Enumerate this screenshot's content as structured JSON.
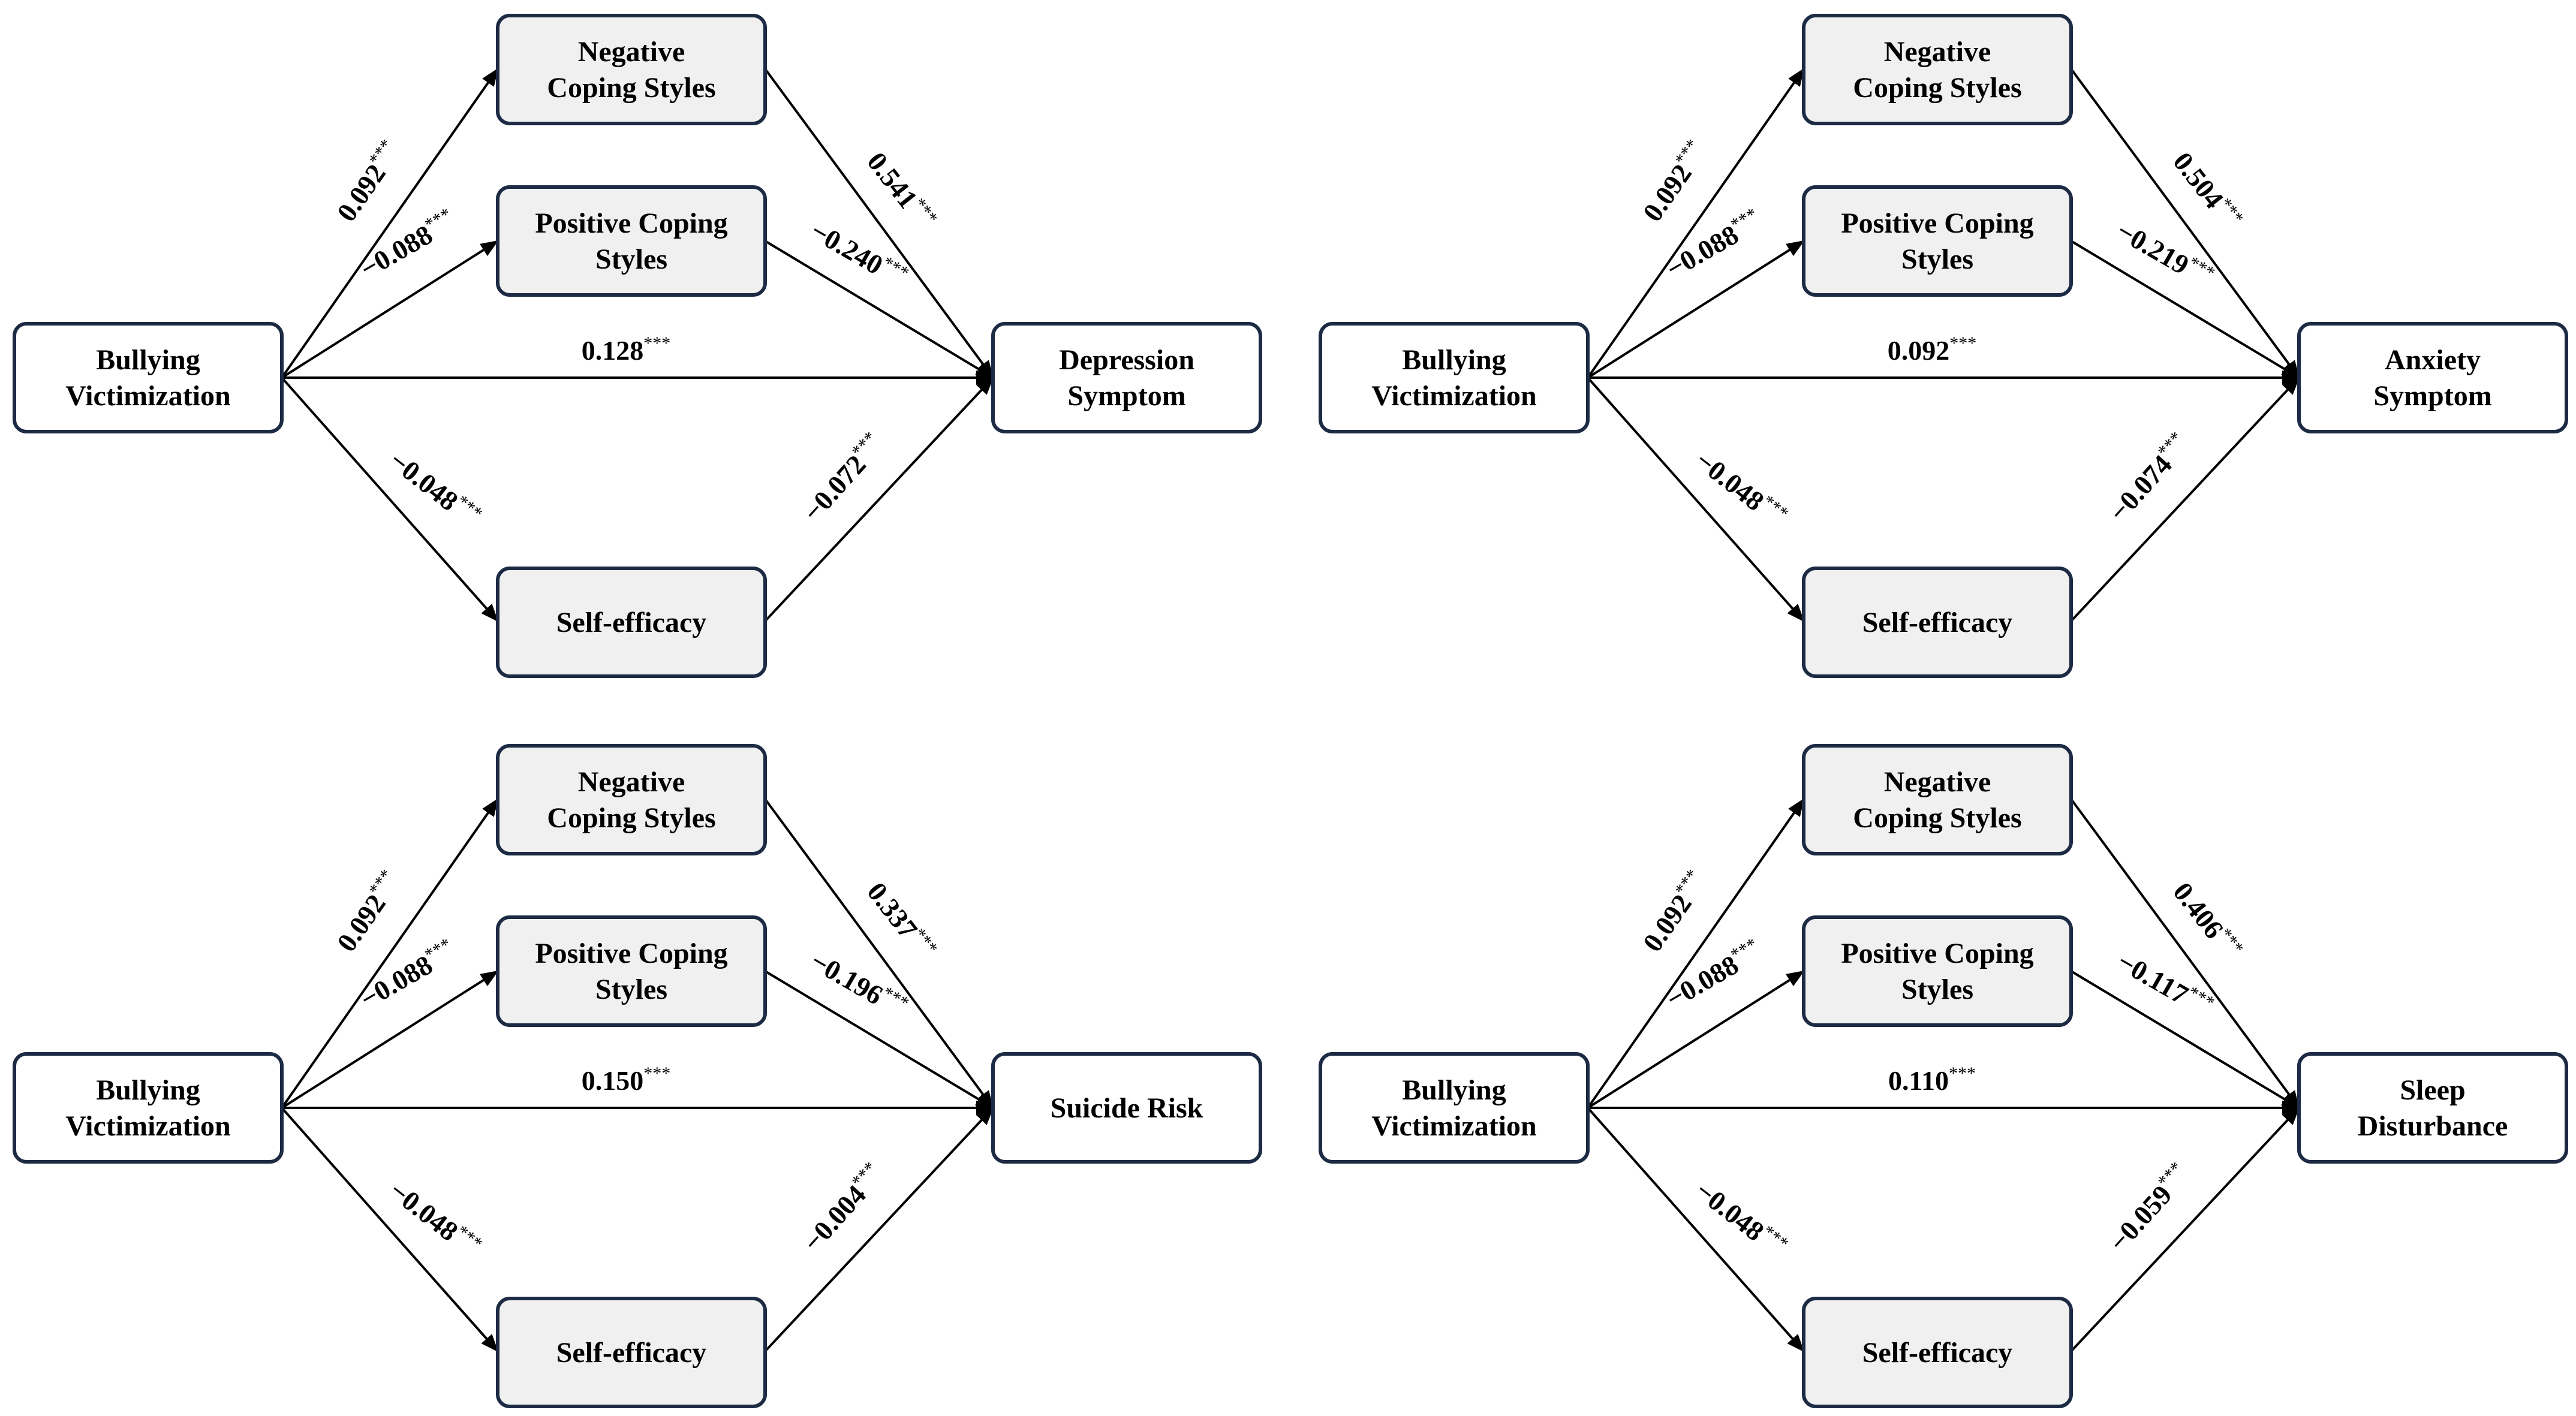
{
  "colors": {
    "box_border": "#1c2a44",
    "mediator_fill": "#f0f0f0",
    "outcome_fill": "#ffffff",
    "line": "#000000"
  },
  "panels": [
    {
      "predictor": [
        "Bullying",
        "Victimization"
      ],
      "negative_coping": [
        "Negative",
        "Coping Styles"
      ],
      "positive_coping": [
        "Positive Coping",
        "Styles"
      ],
      "self_efficacy": [
        "Self-efficacy"
      ],
      "outcome": [
        "Depression",
        "Symptom"
      ],
      "coefficients": {
        "predictor_to_negative": "0.092",
        "predictor_to_positive": "−0.088",
        "predictor_to_selfefficacy": "−0.048",
        "predictor_to_outcome": "0.128",
        "negative_to_outcome": "0.541",
        "positive_to_outcome": "−0.240",
        "selfefficacy_to_outcome": "−0.072"
      },
      "significance": "***"
    },
    {
      "predictor": [
        "Bullying",
        "Victimization"
      ],
      "negative_coping": [
        "Negative",
        "Coping Styles"
      ],
      "positive_coping": [
        "Positive Coping",
        "Styles"
      ],
      "self_efficacy": [
        "Self-efficacy"
      ],
      "outcome": [
        "Anxiety",
        "Symptom"
      ],
      "coefficients": {
        "predictor_to_negative": "0.092",
        "predictor_to_positive": "−0.088",
        "predictor_to_selfefficacy": "−0.048",
        "predictor_to_outcome": "0.092",
        "negative_to_outcome": "0.504",
        "positive_to_outcome": "−0.219",
        "selfefficacy_to_outcome": "−0.074"
      },
      "significance": "***"
    },
    {
      "predictor": [
        "Bullying",
        "Victimization"
      ],
      "negative_coping": [
        "Negative",
        "Coping Styles"
      ],
      "positive_coping": [
        "Positive Coping",
        "Styles"
      ],
      "self_efficacy": [
        "Self-efficacy"
      ],
      "outcome": [
        "Suicide Risk"
      ],
      "coefficients": {
        "predictor_to_negative": "0.092",
        "predictor_to_positive": "−0.088",
        "predictor_to_selfefficacy": "−0.048",
        "predictor_to_outcome": "0.150",
        "negative_to_outcome": "0.337",
        "positive_to_outcome": "−0.196",
        "selfefficacy_to_outcome": "−0.004"
      },
      "significance": "***"
    },
    {
      "predictor": [
        "Bullying",
        "Victimization"
      ],
      "negative_coping": [
        "Negative",
        "Coping Styles"
      ],
      "positive_coping": [
        "Positive Coping",
        "Styles"
      ],
      "self_efficacy": [
        "Self-efficacy"
      ],
      "outcome": [
        "Sleep",
        "Disturbance"
      ],
      "coefficients": {
        "predictor_to_negative": "0.092",
        "predictor_to_positive": "−0.088",
        "predictor_to_selfefficacy": "−0.048",
        "predictor_to_outcome": "0.110",
        "negative_to_outcome": "0.406",
        "positive_to_outcome": "−0.117",
        "selfefficacy_to_outcome": "−0.059"
      },
      "significance": "***"
    }
  ]
}
